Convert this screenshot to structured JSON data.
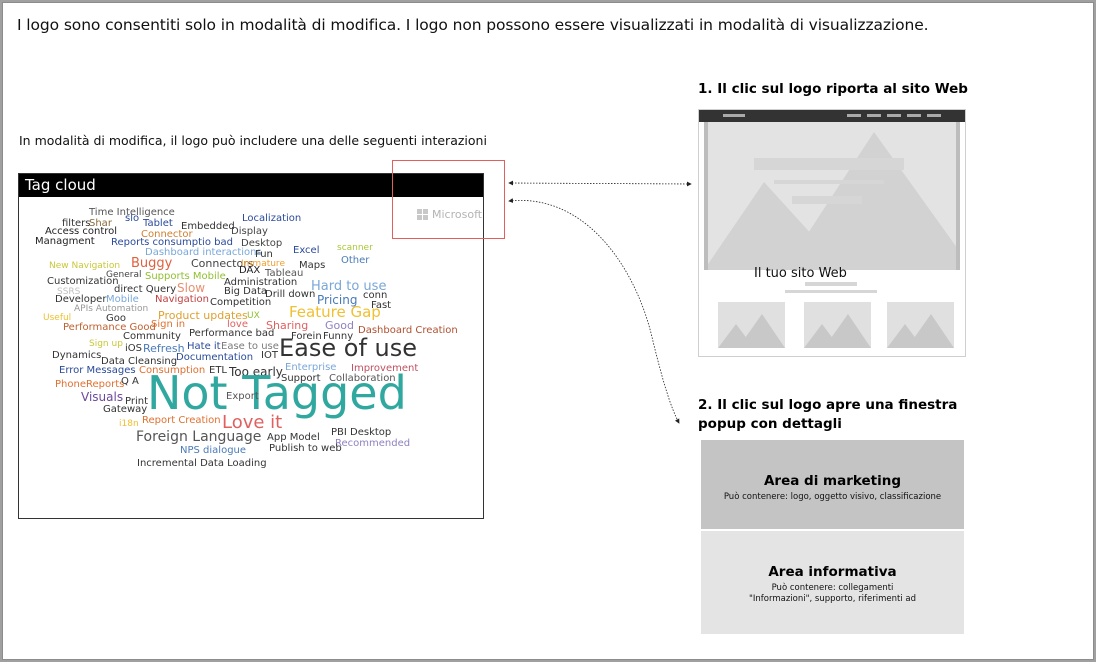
{
  "intro_text": "I logo sono consentiti solo in modalità di modifica. I logo non possono essere visualizzati in modalità di visualizzazione.",
  "edit_mode_text": "In modalità di modifica, il logo può includere una delle seguenti interazioni",
  "tag_cloud": {
    "title": "Tag cloud",
    "words": [
      {
        "text": "Time Intelligence",
        "color": "#555555"
      },
      {
        "text": "slo",
        "color": "#2a4a9a"
      },
      {
        "text": "filters",
        "color": "#333333"
      },
      {
        "text": "Shar",
        "color": "#8a6a3a"
      },
      {
        "text": "Tablet",
        "color": "#2a4a9a"
      },
      {
        "text": "Embedded",
        "color": "#333333"
      },
      {
        "text": "Localization",
        "color": "#2a4a9a"
      },
      {
        "text": "Access control",
        "color": "#222222"
      },
      {
        "text": "Connector",
        "color": "#d08030"
      },
      {
        "text": "Display",
        "color": "#444444"
      },
      {
        "text": "Managment",
        "color": "#222222"
      },
      {
        "text": "Reports consumptio bad",
        "color": "#2a4a9a"
      },
      {
        "text": "Desktop",
        "color": "#444444"
      },
      {
        "text": "Dashboard interactions",
        "color": "#7aa7d8"
      },
      {
        "text": "Fun",
        "color": "#333333"
      },
      {
        "text": "Excel",
        "color": "#2a4a9a"
      },
      {
        "text": "scanner",
        "color": "#a8c838"
      },
      {
        "text": "Other",
        "color": "#4a7ab8"
      },
      {
        "text": "New Navigation",
        "color": "#c8c838"
      },
      {
        "text": "Buggy",
        "color": "#e06040"
      },
      {
        "text": "Connectors",
        "color": "#444444"
      },
      {
        "text": "Immature",
        "color": "#f0a030"
      },
      {
        "text": "Maps",
        "color": "#333333"
      },
      {
        "text": "General",
        "color": "#444444"
      },
      {
        "text": "Supports Mobile",
        "color": "#90c030"
      },
      {
        "text": "DAX",
        "color": "#222222"
      },
      {
        "text": "Tableau",
        "color": "#555555"
      },
      {
        "text": "Customization",
        "color": "#333333"
      },
      {
        "text": "Slow",
        "color": "#e89070"
      },
      {
        "text": "Administration",
        "color": "#333333"
      },
      {
        "text": "Hard to use",
        "color": "#7aa7d8"
      },
      {
        "text": "SSRS",
        "color": "#c0c0c0"
      },
      {
        "text": "direct Query",
        "color": "#333333"
      },
      {
        "text": "Big Data",
        "color": "#333333"
      },
      {
        "text": "Drill down",
        "color": "#333333"
      },
      {
        "text": "conn",
        "color": "#333333"
      },
      {
        "text": "Developer",
        "color": "#333333"
      },
      {
        "text": "Mobile",
        "color": "#7aa7d8"
      },
      {
        "text": "Navigation",
        "color": "#c04040"
      },
      {
        "text": "Pricing",
        "color": "#4a7ab8"
      },
      {
        "text": "Fast",
        "color": "#333333"
      },
      {
        "text": "APIs Automation",
        "color": "#999999"
      },
      {
        "text": "Competition",
        "color": "#333333"
      },
      {
        "text": "Useful",
        "color": "#f0c030"
      },
      {
        "text": "Goo",
        "color": "#333333"
      },
      {
        "text": "Product updates",
        "color": "#e0a030"
      },
      {
        "text": "UX",
        "color": "#90c030"
      },
      {
        "text": "Feature Gap",
        "color": "#f0c030"
      },
      {
        "text": "Performance Good",
        "color": "#c06030"
      },
      {
        "text": "Sign in",
        "color": "#e07030"
      },
      {
        "text": "love",
        "color": "#e06060"
      },
      {
        "text": "Sharing",
        "color": "#e06060"
      },
      {
        "text": "Good",
        "color": "#9080c0"
      },
      {
        "text": "Dashboard Creation",
        "color": "#b05030"
      },
      {
        "text": "Community",
        "color": "#333333"
      },
      {
        "text": "Performance bad",
        "color": "#333333"
      },
      {
        "text": "Forein",
        "color": "#333333"
      },
      {
        "text": "Funny",
        "color": "#333333"
      },
      {
        "text": "Sign up",
        "color": "#c8c838"
      },
      {
        "text": "iOS",
        "color": "#333333"
      },
      {
        "text": "Refresh",
        "color": "#4a7ab8"
      },
      {
        "text": "Hate it",
        "color": "#2a4a9a"
      },
      {
        "text": "Ease to use",
        "color": "#7a7a7a"
      },
      {
        "text": "Ease of use",
        "color": "#333333"
      },
      {
        "text": "Dynamics",
        "color": "#333333"
      },
      {
        "text": "Documentation",
        "color": "#2a4a9a"
      },
      {
        "text": "IOT",
        "color": "#333333"
      },
      {
        "text": "Data Cleansing",
        "color": "#333333"
      },
      {
        "text": "Enterprise",
        "color": "#7aa7d8"
      },
      {
        "text": "Error Messages",
        "color": "#2a4a9a"
      },
      {
        "text": "Consumption",
        "color": "#e07030"
      },
      {
        "text": "ETL",
        "color": "#333333"
      },
      {
        "text": "Too early",
        "color": "#333333"
      },
      {
        "text": "Improvement",
        "color": "#c05060"
      },
      {
        "text": "Support",
        "color": "#333333"
      },
      {
        "text": "Collaboration",
        "color": "#555555"
      },
      {
        "text": "PhoneReports",
        "color": "#e07030"
      },
      {
        "text": "Q A",
        "color": "#333333"
      },
      {
        "text": "Not Tagged",
        "color": "#30a8a0"
      },
      {
        "text": "Visuals",
        "color": "#6a4a9a"
      },
      {
        "text": "Print",
        "color": "#333333"
      },
      {
        "text": "Export",
        "color": "#555555"
      },
      {
        "text": "Gateway",
        "color": "#333333"
      },
      {
        "text": "i18n",
        "color": "#f0c030"
      },
      {
        "text": "Report Creation",
        "color": "#e07030"
      },
      {
        "text": "Love it",
        "color": "#e06060"
      },
      {
        "text": "Foreign Language",
        "color": "#555555"
      },
      {
        "text": "App Model",
        "color": "#333333"
      },
      {
        "text": "PBI Desktop",
        "color": "#333333"
      },
      {
        "text": "Recommended",
        "color": "#9080c0"
      },
      {
        "text": "NPS dialogue",
        "color": "#4a7ab8"
      },
      {
        "text": "Publish to web",
        "color": "#333333"
      },
      {
        "text": "Incremental Data Loading",
        "color": "#333333"
      }
    ]
  },
  "logo_box": {
    "logo_text": "Microsoft"
  },
  "option1": {
    "heading": "1. Il clic sul logo riporta al sito Web",
    "site_label": "Il tuo sito Web"
  },
  "option2": {
    "heading": "2. Il clic sul logo apre una finestra popup con dettagli",
    "marketing_title": "Area di marketing",
    "marketing_desc": "Può contenere: logo, oggetto visivo, classificazione",
    "info_title": "Area informativa",
    "info_desc_line1": "Può contenere: collegamenti",
    "info_desc_line2": "\"Informazioni\", supporto, riferimenti ad"
  }
}
